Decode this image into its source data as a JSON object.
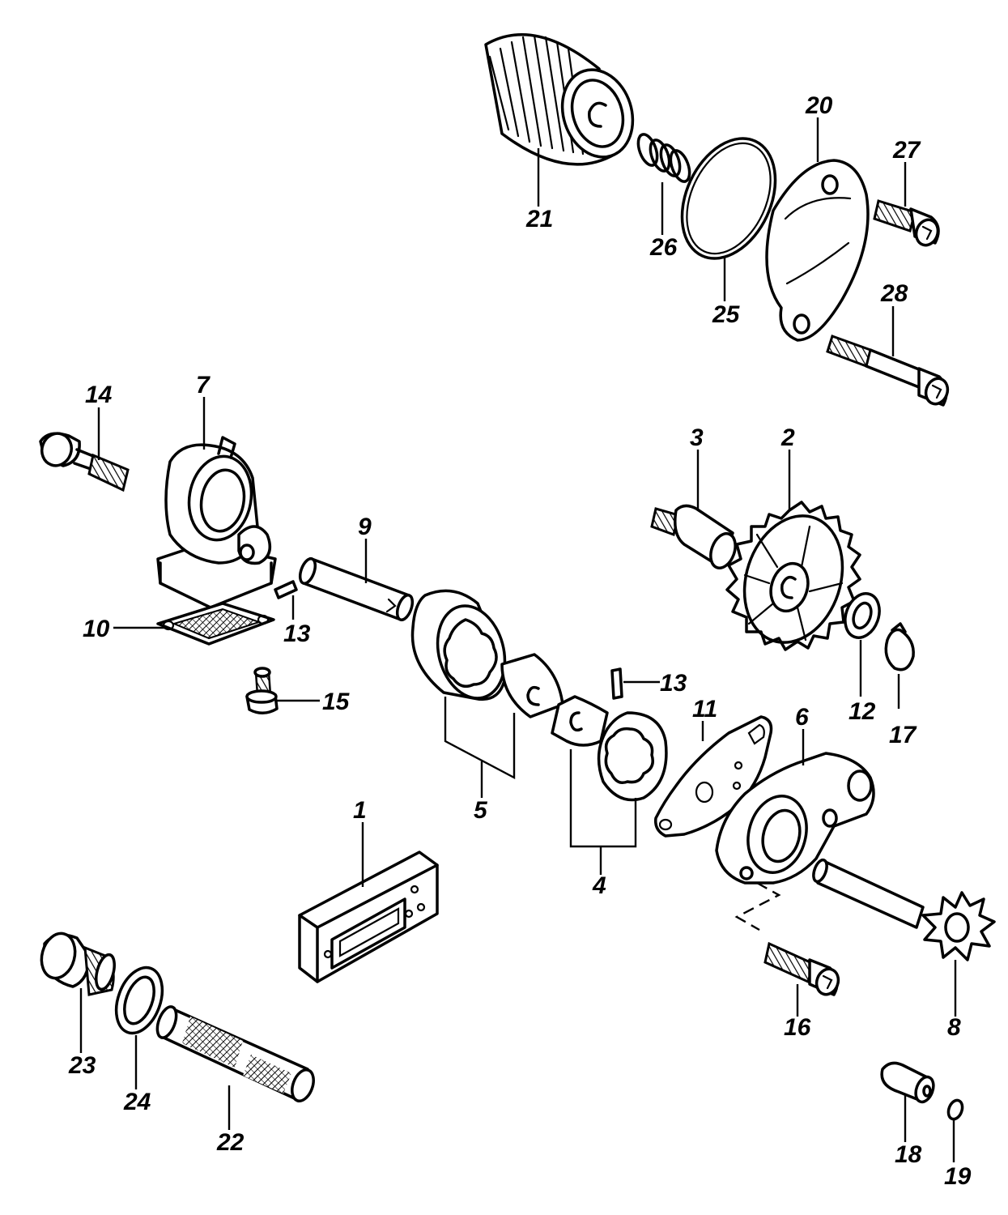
{
  "labels": {
    "p1": "1",
    "p2": "2",
    "p3": "3",
    "p4": "4",
    "p5": "5",
    "p6": "6",
    "p7": "7",
    "p8": "8",
    "p9": "9",
    "p10": "10",
    "p11": "11",
    "p12": "12",
    "p13a": "13",
    "p13b": "13",
    "p14": "14",
    "p15": "15",
    "p16": "16",
    "p17": "17",
    "p18": "18",
    "p19": "19",
    "p20": "20",
    "p21": "21",
    "p22": "22",
    "p23": "23",
    "p24": "24",
    "p25": "25",
    "p26": "26",
    "p27": "27",
    "p28": "28"
  }
}
